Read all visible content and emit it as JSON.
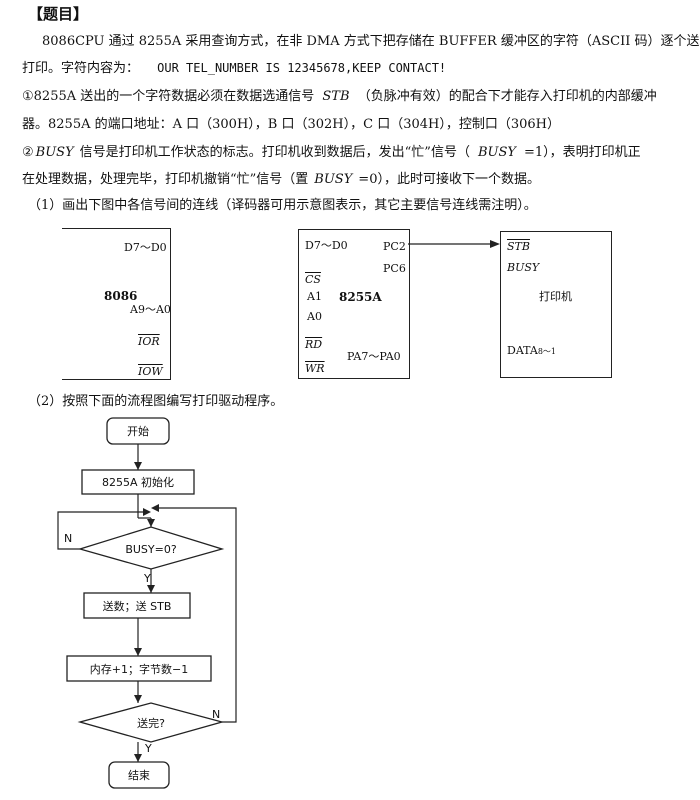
{
  "heading": "【题目】",
  "intro": {
    "line1": "8086CPU 通过 8255A 采用查询方式，在非 DMA 方式下把存储在 BUFFER 缓冲区的字符（ASCII 码）逐个送去",
    "line2a": "打印。字符内容为：",
    "line2b": "OUR TEL_NUMBER IS 12345678,KEEP CONTACT!"
  },
  "point1": {
    "a": "①8255A 送出的一个字符数据必须在数据选通信号",
    "stb": "STB",
    "b": "（负脉冲有效）的配合下才能存入打印机的内部缓冲",
    "line2": "器。8255A 的端口地址：A 口（300H），B 口（302H），C 口（304H），控制口（306H）"
  },
  "point2": {
    "a": "②",
    "busy": "BUSY",
    "b": "信号是打印机工作状态的标志。打印机收到数据后，发出“忙”信号（",
    "busy2": "BUSY",
    "c": "=1），表明打印机正",
    "line2a": "在处理数据，处理完毕，打印机撤销“忙”信号（置",
    "busy3": "BUSY",
    "line2b": "=0），此时可接收下一个数据。"
  },
  "q1": "（1）画出下图中各信号间的连线（译码器可用示意图表示，其它主要信号连线需注明）。",
  "q2": "（2）按照下面的流程图编写打印驱动程序。",
  "cpu": {
    "d": "D7～D0",
    "name": "8086",
    "a": "A9～A0",
    "ior": "IOR",
    "iow": "IOW"
  },
  "ppi": {
    "d": "D7～D0",
    "pc2": "PC2",
    "pc6": "PC6",
    "cs": "CS",
    "a1": "A1",
    "a0": "A0",
    "name": "8255A",
    "rd": "RD",
    "wr": "WR",
    "pa": "PA7～PA0"
  },
  "printer": {
    "stb": "STB",
    "busy": "BUSY",
    "name": "打印机",
    "data_main": "DATA",
    "data_sub": "8～1"
  },
  "flow": {
    "start": "开始",
    "init": "8255A 初始化",
    "busy_check": "BUSY=0?",
    "send": "送数；送 STB",
    "update": "内存+1；字节数−1",
    "done_check": "送完?",
    "end": "结束",
    "yes": "Y",
    "no": "N"
  }
}
